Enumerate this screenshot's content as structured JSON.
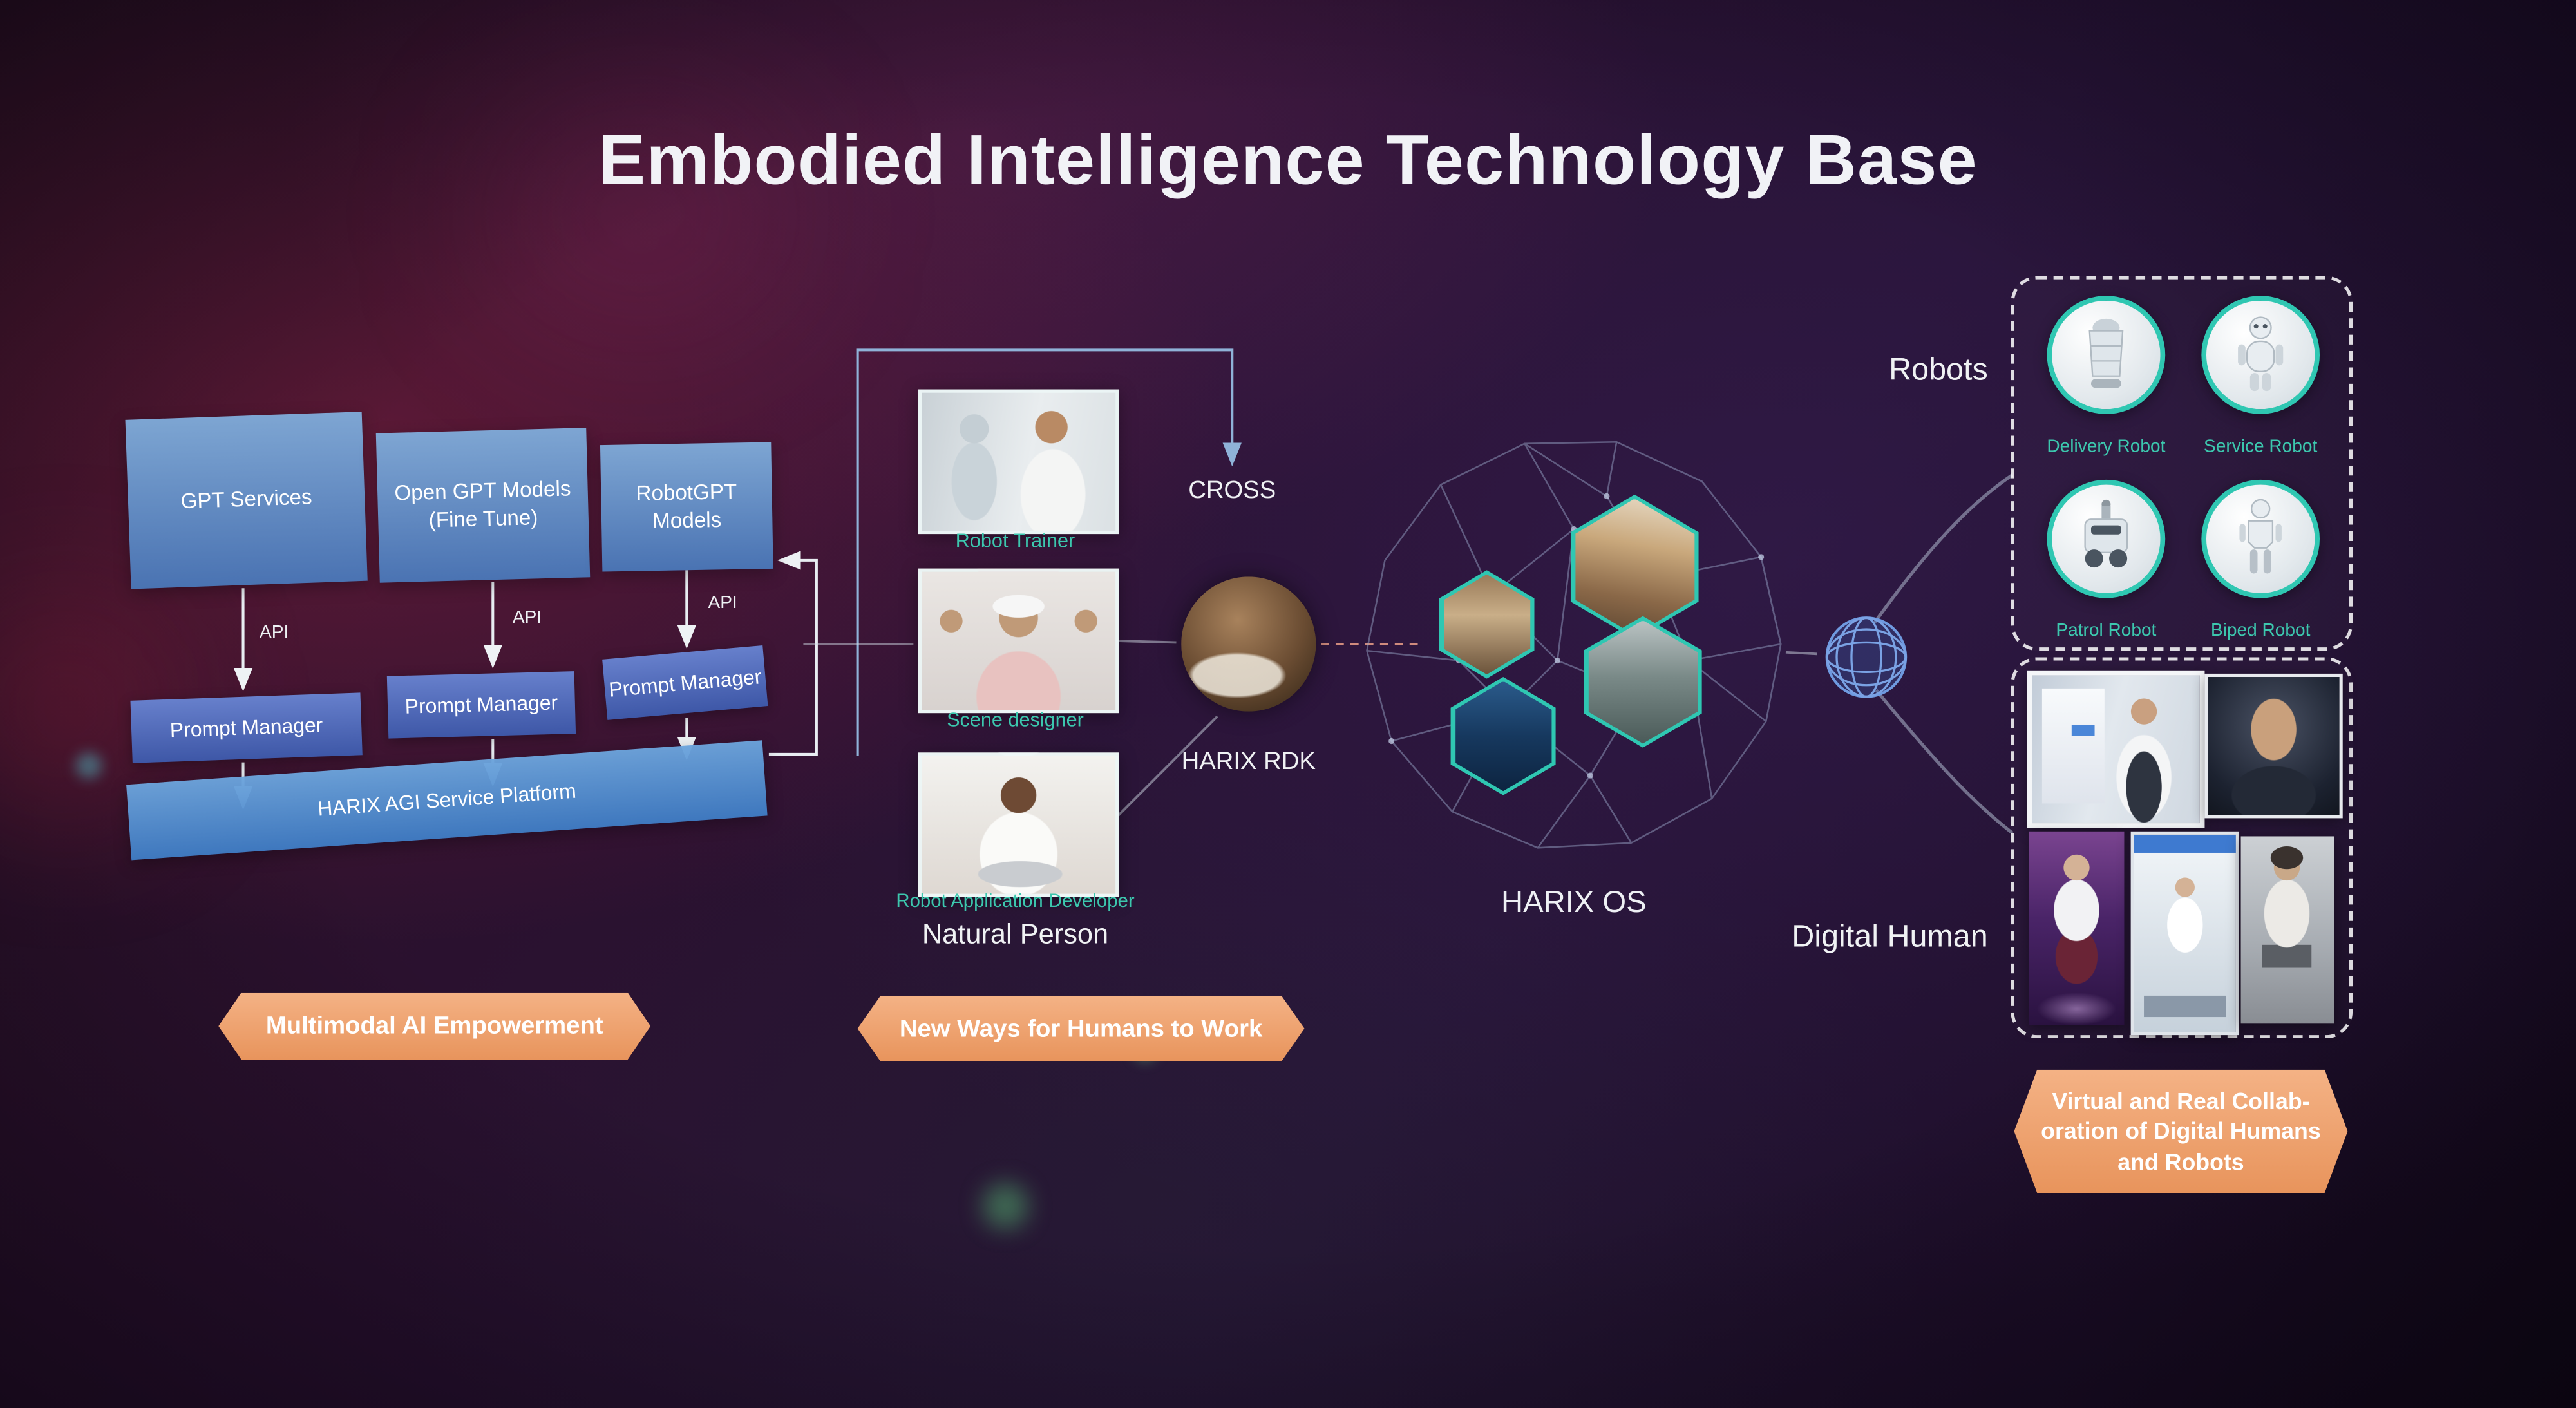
{
  "title": "Embodied Intelligence Technology Base",
  "colors": {
    "teal_accent": "#3cc7ae",
    "banner_orange": "#eda06b",
    "box_blue": "#5b97d4",
    "prompt_blue": "#4a6cc0",
    "loop_line_blue": "#8fb2d8",
    "dashed_line_salmon": "#cf8b7d",
    "panel_dash_white": "#ffffff"
  },
  "left_stack": {
    "boxes": [
      {
        "label": "GPT Services"
      },
      {
        "label": "Open GPT Models",
        "label2": "(Fine Tune)"
      },
      {
        "label": "RobotGPT Models"
      }
    ],
    "api_label": "API",
    "prompt_manager_label": "Prompt Manager",
    "platform_label": "HARIX AGI Service Platform",
    "banner": "Multimodal AI Empowerment"
  },
  "human_section": {
    "photos": [
      {
        "caption": "Robot Trainer"
      },
      {
        "caption": "Scene designer"
      },
      {
        "caption": "Robot Application Developer"
      }
    ],
    "group_label": "Natural Person",
    "banner": "New Ways for Humans to Work",
    "cross_label": "CROSS",
    "rdk_label": "HARIX RDK"
  },
  "os_section": {
    "label": "HARIX OS"
  },
  "robots_section": {
    "heading": "Robots",
    "items": [
      {
        "label": "Delivery Robot"
      },
      {
        "label": "Service Robot"
      },
      {
        "label": "Patrol Robot"
      },
      {
        "label": "Biped Robot"
      }
    ]
  },
  "digital_human_section": {
    "heading": "Digital Human",
    "banner_lines": [
      "Virtual and Real Collab-",
      "oration of Digital Humans",
      "and Robots"
    ]
  }
}
